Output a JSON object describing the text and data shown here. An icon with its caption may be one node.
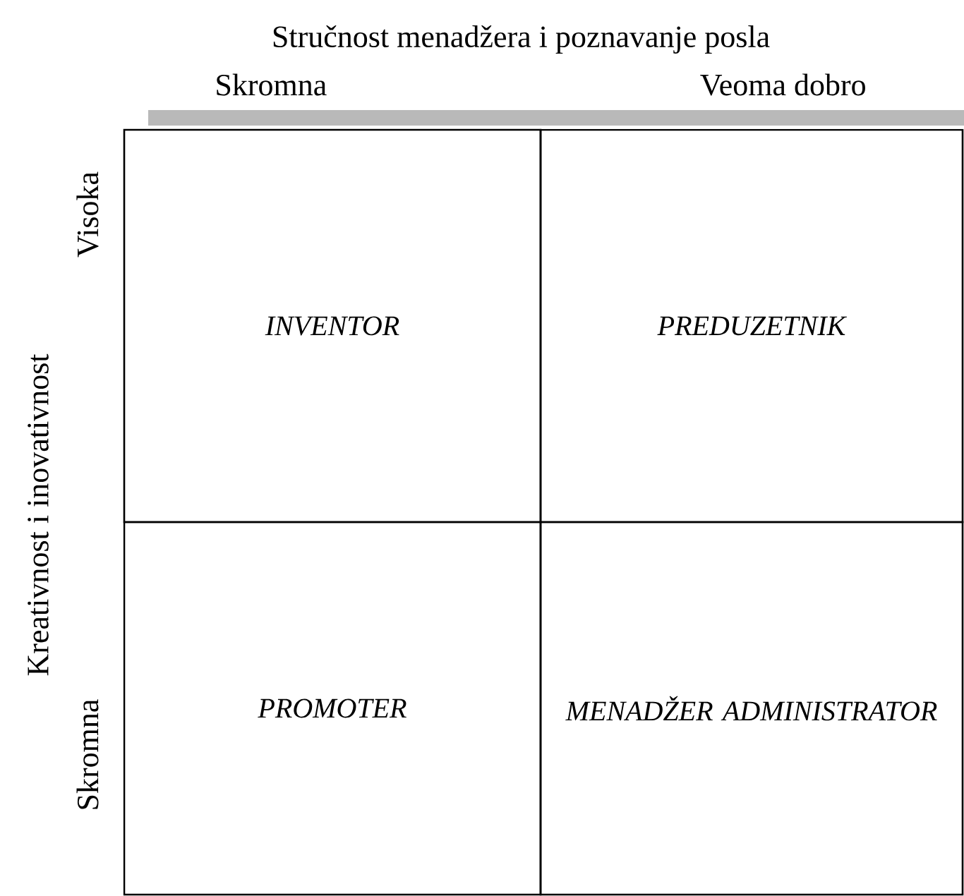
{
  "diagram": {
    "nodes": [
      {
        "text": [
          "INVENTOR"
        ]
      },
      {
        "text": [
          "PREDUZETNIK"
        ]
      },
      {
        "text": [
          "PROMOTER"
        ]
      },
      {
        "text": [
          "MENADŽER ADMINISTRATOR"
        ]
      }
    ],
    "labels": [
      "Stručnost menadžera i poznavanje posla",
      "Skromna",
      "Veoma dobro",
      "Kreativnost i inovativnost",
      "Visoka",
      "Skromna"
    ]
  }
}
